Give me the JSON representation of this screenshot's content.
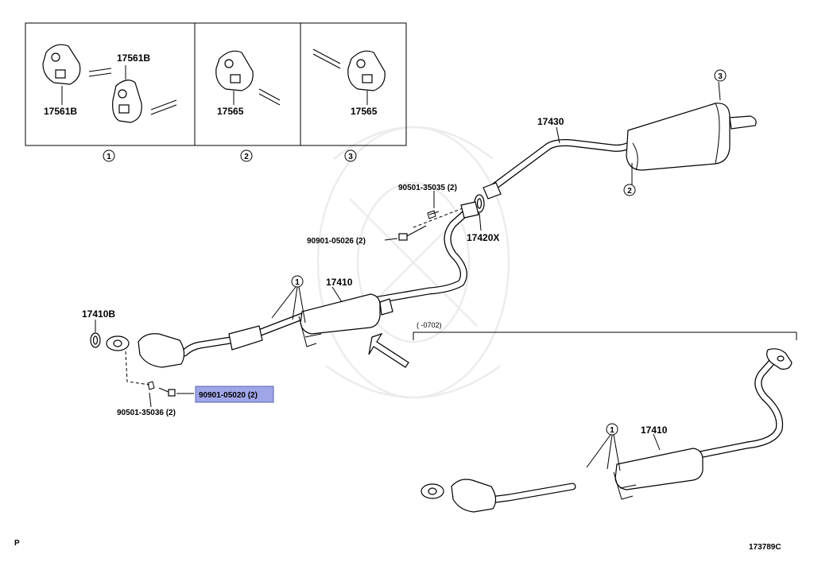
{
  "diagram": {
    "insets": [
      {
        "circle": "1",
        "labels": [
          "17561B",
          "17561B"
        ]
      },
      {
        "circle": "2",
        "labels": [
          "17565"
        ]
      },
      {
        "circle": "3",
        "labels": [
          "17565"
        ]
      }
    ],
    "parts": {
      "p17430": "17430",
      "p17420x": "17420X",
      "p17410": "17410",
      "p17410b": "17410B",
      "p17410_alt": "17410",
      "bolt_upper": "90501-35035 (2)",
      "bolt_upper2": "90901-05026 (2)",
      "bolt_lower_hl": "90901-05020 (2)",
      "bolt_lower": "90501-35036 (2)"
    },
    "callouts": {
      "c_main_1": "1",
      "c_muffler_3": "3",
      "c_muffler_2": "2",
      "c_alt_1": "1"
    },
    "variant_label": "(      -0702)",
    "footer_left": "P",
    "footer_right": "173789C"
  },
  "colors": {
    "highlight_fill": "#9fa6e8",
    "highlight_stroke": "#5a62b8"
  }
}
